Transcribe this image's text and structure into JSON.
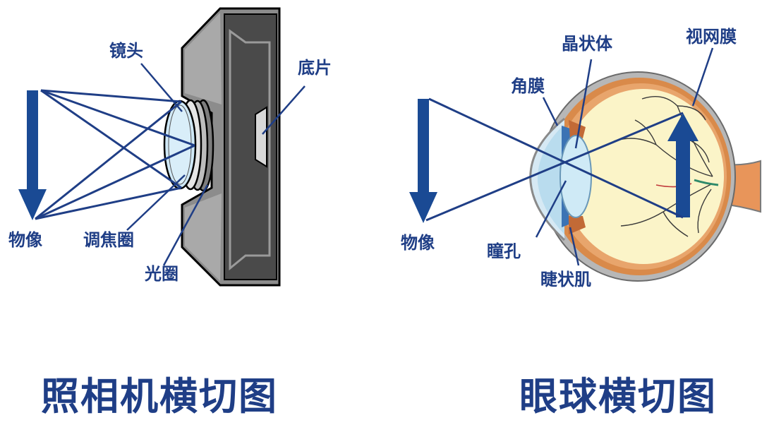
{
  "camera": {
    "title": "照相机横切图",
    "labels": {
      "lens": "镜头",
      "film": "底片",
      "object": "物像",
      "focus_ring": "调焦圈",
      "aperture": "光圈"
    }
  },
  "eye": {
    "title": "眼球横切图",
    "labels": {
      "lens": "晶状体",
      "retina": "视网膜",
      "cornea": "角膜",
      "object": "物像",
      "pupil": "瞳孔",
      "ciliary_muscle": "睫状肌"
    }
  },
  "colors": {
    "text": "#1f3e86",
    "arrow": "#1a4a94",
    "camera_body": "#8a8a8a",
    "camera_dark": "#4a4a4a",
    "lens": "#cfe8f6",
    "eye_wall": "#d98a4a",
    "vitreous": "#fbf4c8"
  }
}
